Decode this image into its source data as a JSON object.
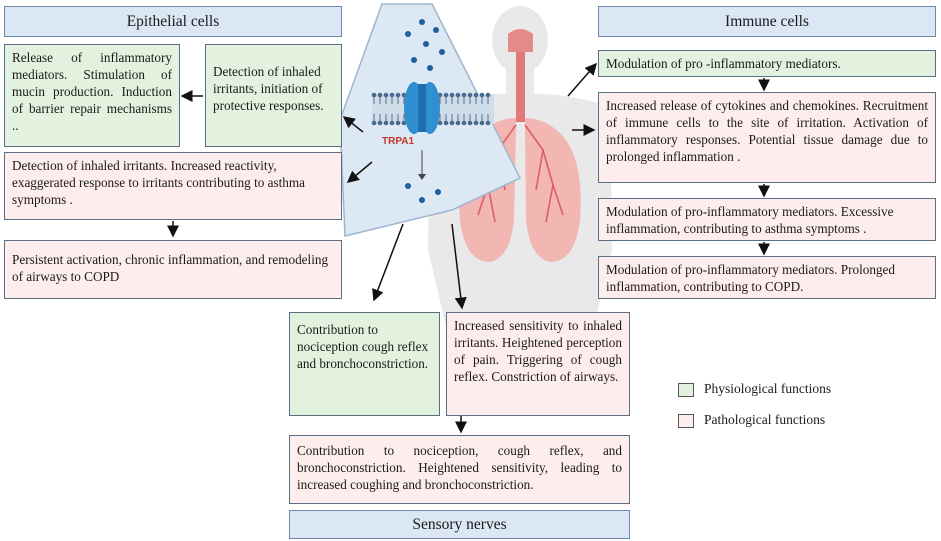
{
  "headers": {
    "epithelial": "Epithelial cells",
    "immune": "Immune cells",
    "sensory": "Sensory nerves"
  },
  "center": {
    "channel_label": "TRPA1"
  },
  "epithelial": {
    "physiological_left": "Release of inflammatory mediators. Stimulation of mucin production. Induction of barrier repair mechanisms ..",
    "physiological_right": "Detection of inhaled irritants, initiation of protective responses.",
    "pathological_asthma": "Detection of inhaled irritants. Increased reactivity, exaggerated response to irritants contributing to asthma symptoms .",
    "pathological_copd": "Persistent activation, chronic inflammation, and remodeling of airways to COPD"
  },
  "immune": {
    "modulation": "Modulation of pro -inflammatory mediators.",
    "cytokines": "Increased release of cytokines and chemokines. Recruitment of immune cells to the site of irritation. Activation of inflammatory responses. Potential tissue damage due to prolonged inflammation .",
    "asthma": "Modulation of pro-inflammatory mediators. Excessive inflammation, contributing to asthma symptoms .",
    "copd": "Modulation of pro-inflammatory mediators. Prolonged inflammation, contributing to COPD."
  },
  "sensory": {
    "physiological": "Contribution to nociception cough reflex and bronchoconstriction.",
    "pathological": "Increased sensitivity to inhaled irritants. Heightened perception of pain. Triggering of cough reflex. Constriction of airways.",
    "combined": "Contribution to nociception, cough reflex, and bronchoconstriction. Heightened sensitivity, leading to increased coughing and bronchoconstriction."
  },
  "legend": {
    "physiological": "Physiological functions",
    "pathological": "Pathological functions",
    "physiological_color": "#e3f2df",
    "pathological_color": "#fdeeed"
  }
}
